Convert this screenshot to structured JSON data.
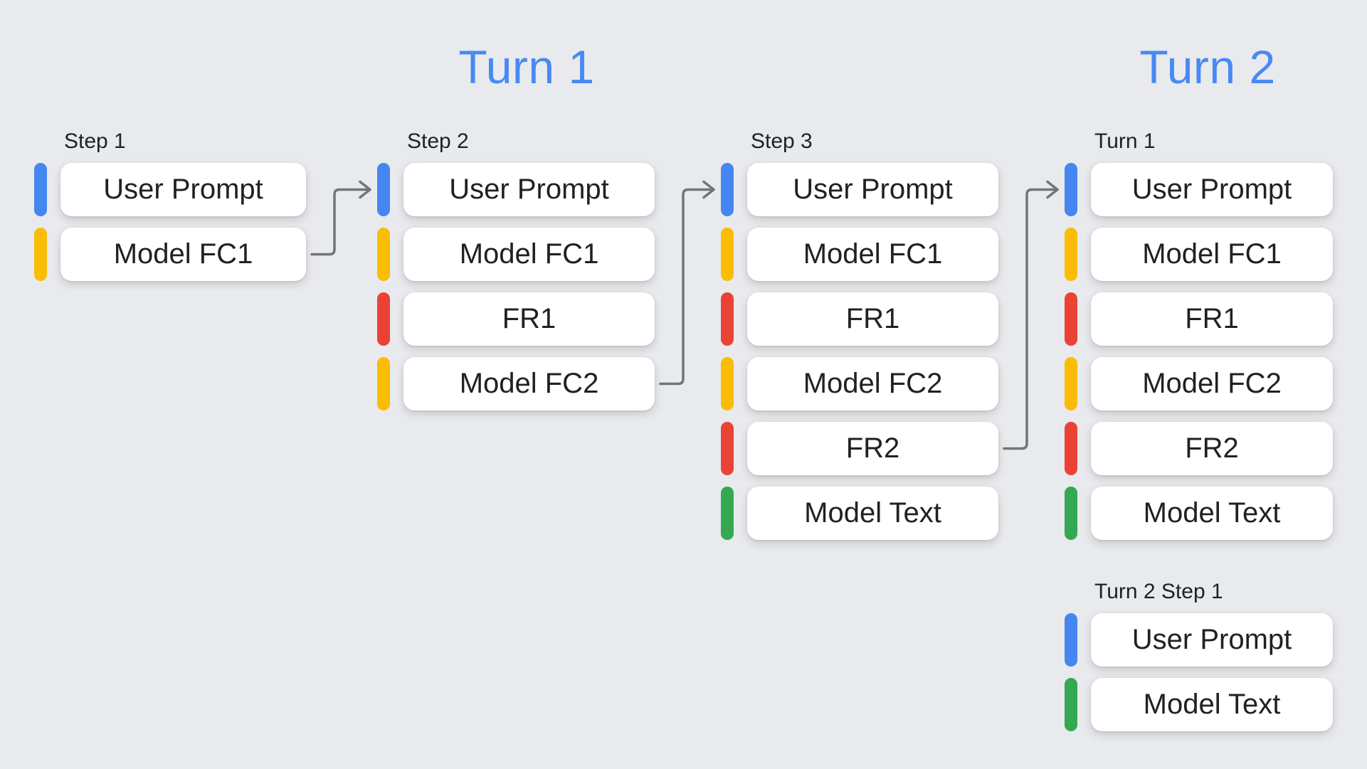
{
  "titles": {
    "turn1": "Turn 1",
    "turn2": "Turn 2"
  },
  "colors": {
    "user_prompt": "#4586f1",
    "model_function_call": "#fbbc05",
    "function_response": "#ea4335",
    "model_text": "#34a853",
    "title_blue": "#4989f2",
    "arrow_gray": "#717579",
    "background": "#e8eaed",
    "box_text": "#202124"
  },
  "columns": [
    {
      "id": "step1",
      "label": "Step 1",
      "items": [
        {
          "label": "User Prompt",
          "color_key": "user_prompt"
        },
        {
          "label": "Model FC1",
          "color_key": "model_function_call"
        }
      ]
    },
    {
      "id": "step2",
      "label": "Step 2",
      "items": [
        {
          "label": "User Prompt",
          "color_key": "user_prompt"
        },
        {
          "label": "Model FC1",
          "color_key": "model_function_call"
        },
        {
          "label": "FR1",
          "color_key": "function_response"
        },
        {
          "label": "Model FC2",
          "color_key": "model_function_call"
        }
      ]
    },
    {
      "id": "step3",
      "label": "Step 3",
      "items": [
        {
          "label": "User Prompt",
          "color_key": "user_prompt"
        },
        {
          "label": "Model FC1",
          "color_key": "model_function_call"
        },
        {
          "label": "FR1",
          "color_key": "function_response"
        },
        {
          "label": "Model FC2",
          "color_key": "model_function_call"
        },
        {
          "label": "FR2",
          "color_key": "function_response"
        },
        {
          "label": "Model Text",
          "color_key": "model_text"
        }
      ]
    },
    {
      "id": "turn1",
      "label": "Turn 1",
      "items": [
        {
          "label": "User Prompt",
          "color_key": "user_prompt"
        },
        {
          "label": "Model FC1",
          "color_key": "model_function_call"
        },
        {
          "label": "FR1",
          "color_key": "function_response"
        },
        {
          "label": "Model FC2",
          "color_key": "model_function_call"
        },
        {
          "label": "FR2",
          "color_key": "function_response"
        },
        {
          "label": "Model Text",
          "color_key": "model_text"
        }
      ]
    },
    {
      "id": "turn2step1",
      "label": "Turn 2 Step 1",
      "items": [
        {
          "label": "User Prompt",
          "color_key": "user_prompt"
        },
        {
          "label": "Model Text",
          "color_key": "model_text"
        }
      ]
    }
  ],
  "arrows": [
    {
      "from_col": 0,
      "from_item": 1,
      "to_col": 1,
      "to_item": 0
    },
    {
      "from_col": 1,
      "from_item": 3,
      "to_col": 2,
      "to_item": 0
    },
    {
      "from_col": 2,
      "from_item": 4,
      "to_col": 3,
      "to_item": 0
    }
  ]
}
